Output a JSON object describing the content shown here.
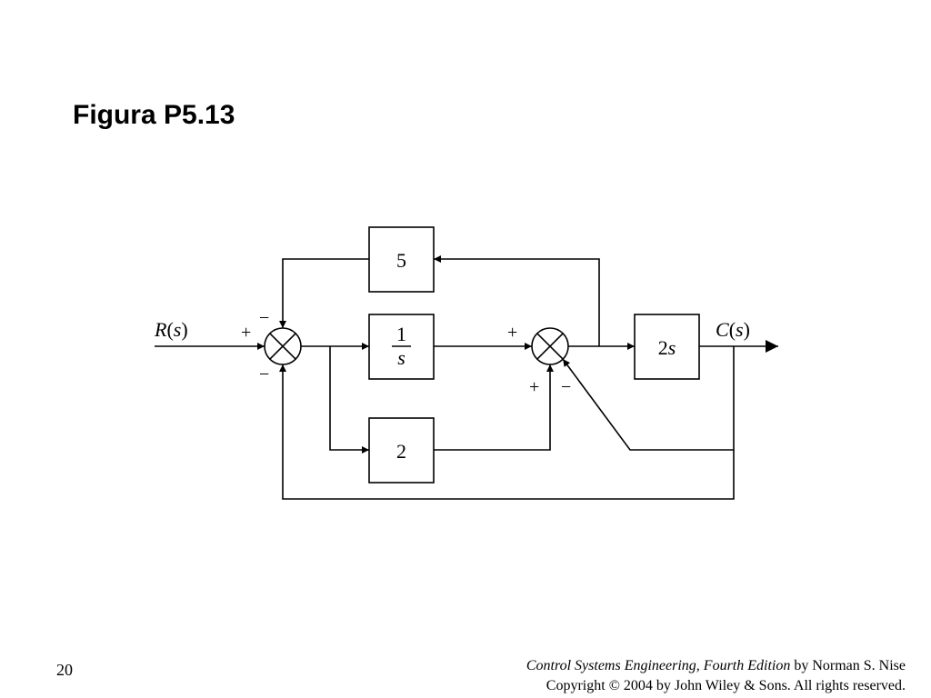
{
  "slide": {
    "title": "Figura P5.13",
    "page_number": "20"
  },
  "diagram": {
    "input_label_var": "R",
    "input_label_arg": "s",
    "output_label_var": "C",
    "output_label_arg": "s",
    "blocks": {
      "top_gain": "5",
      "integrator_num": "1",
      "integrator_den": "s",
      "bottom_gain": "2",
      "plant_coef": "2",
      "plant_var": "s"
    },
    "signs": {
      "sum1_left": "+",
      "sum1_top": "−",
      "sum1_bottom": "−",
      "sum2_left": "+",
      "sum2_bottom": "+",
      "sum2_diag": "−"
    },
    "line_color": "#000000"
  },
  "footer": {
    "book_title": "Control Systems Engineering, Fourth Edition",
    "author_text": " by Norman S. Nise",
    "copyright": "Copyright © 2004 by John Wiley & Sons. All rights reserved."
  }
}
